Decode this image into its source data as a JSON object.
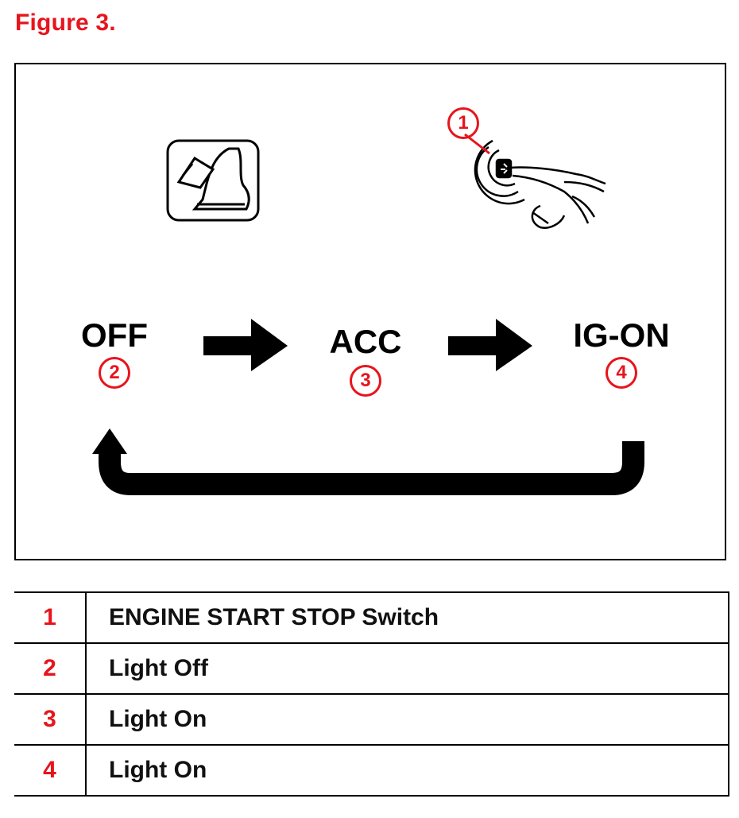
{
  "figure_title": "Figure 3.",
  "callouts": {
    "switch": "1"
  },
  "states": [
    {
      "label": "OFF",
      "num": "2"
    },
    {
      "label": "ACC",
      "num": "3"
    },
    {
      "label": "IG-ON",
      "num": "4"
    }
  ],
  "legend": [
    {
      "num": "1",
      "desc": "ENGINE START STOP Switch"
    },
    {
      "num": "2",
      "desc": "Light Off"
    },
    {
      "num": "3",
      "desc": "Light On"
    },
    {
      "num": "4",
      "desc": "Light On"
    }
  ],
  "colors": {
    "callout": "#e8141c",
    "ink": "#000000"
  },
  "icons": [
    "brake-pedal-icon",
    "push-button-hand-icon",
    "arrow-right-icon",
    "return-arrow-icon"
  ]
}
